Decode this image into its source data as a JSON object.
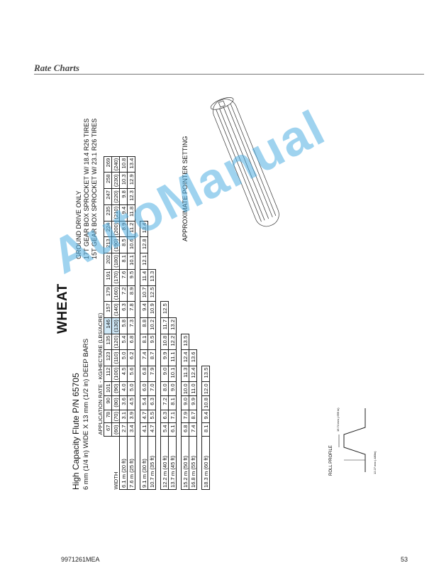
{
  "page": {
    "header": "Rate Charts",
    "footer_left": "9971261MEA",
    "footer_right": "53"
  },
  "chart": {
    "crop": "WHEAT",
    "part_title": "High Capacity Flute P/N 65705",
    "bar_spec": "6 mm (1/4 in) WIDE X 13 mm (1/2 in) DEEP BARS",
    "ground_drive": [
      "GROUND DRIVE ONLY",
      "17T GEAR BOX SPROCKET W/ 18.4 R26 TIRES",
      "15T GEAR BOX SPROCKET W/ 23.1 R26 TIRES"
    ],
    "app_rate_label": "APPLICATION RATE - KG/HECTARE (LBS/ACRE)",
    "width_label": "WIDTH",
    "pointer_label": "APPROXIMATE POINTER SETTING",
    "roll_profile": "ROLL PROFILE",
    "dim_top": "16.74 mm (.659 in)",
    "dim_side": "12.27 mm (.483in)",
    "kg": [
      "67",
      "78",
      "90",
      "101",
      "112",
      "123",
      "135",
      "146",
      "157",
      "179",
      "191",
      "202",
      "213",
      "224",
      "235",
      "247",
      "258",
      "269"
    ],
    "lbs": [
      "(60)",
      "(70)",
      "(80)",
      "(90)",
      "(100)",
      "(110)",
      "(120)",
      "(130)",
      "(140)",
      "(160)",
      "(170)",
      "(180)",
      "(190)",
      "(200)",
      "(210)",
      "(220)",
      "(230)",
      "(240)"
    ],
    "rows": [
      {
        "label": "6.1 m (20 ft)",
        "v": [
          "2.7",
          "3.1",
          "3.6",
          "4.0",
          "4.5",
          "5.0",
          "5.4",
          "5.8",
          "6.3",
          "7.2",
          "7.6",
          "8.1",
          "8.5",
          "8.9",
          "9.4",
          "9.8",
          "10.3",
          "10.8"
        ]
      },
      {
        "label": "7.6 m (25 ft)",
        "v": [
          "3.4",
          "3.9",
          "4.5",
          "5.0",
          "5.6",
          "6.2",
          "6.8",
          "7.3",
          "7.8",
          "8.9",
          "9.5",
          "10.1",
          "10.6",
          "11.2",
          "11.8",
          "12.3",
          "12.9",
          "13.4"
        ]
      },
      {
        "gap": true
      },
      {
        "label": "9.1 m (30 ft)",
        "v": [
          "4.1",
          "4.7",
          "5.4",
          "6.0",
          "6.8",
          "7.4",
          "8.1",
          "8.8",
          "9.4",
          "10.7",
          "11.4",
          "12.1",
          "12.8",
          "13.4",
          "",
          "",
          "",
          ""
        ]
      },
      {
        "label": "10.7 m (35 ft)",
        "v": [
          "4.7",
          "5.5",
          "6.3",
          "7.0",
          "7.9",
          "8.7",
          "9.5",
          "10.2",
          "10.9",
          "12.5",
          "13.3",
          "",
          "",
          "",
          "",
          "",
          "",
          ""
        ]
      },
      {
        "gap": true
      },
      {
        "label": "12.2 m (40 ft)",
        "v": [
          "5.4",
          "6.3",
          "7.2",
          "8.0",
          "9.0",
          "9.9",
          "10.8",
          "11.7",
          "12.5",
          "",
          "",
          "",
          "",
          "",
          "",
          "",
          "",
          ""
        ]
      },
      {
        "label": "13.7 m (45 ft)",
        "v": [
          "6.1",
          "7.1",
          "8.1",
          "9.0",
          "10.1",
          "11.1",
          "12.2",
          "13.2",
          "",
          "",
          "",
          "",
          "",
          "",
          "",
          "",
          "",
          ""
        ]
      },
      {
        "gap": true
      },
      {
        "label": "15.2 m (50 ft)",
        "v": [
          "6.8",
          "7.9",
          "9.0",
          "10.0",
          "11.3",
          "12.4",
          "13.5",
          "",
          "",
          "",
          "",
          "",
          "",
          "",
          "",
          "",
          "",
          ""
        ]
      },
      {
        "label": "16.8 m (55 ft)",
        "v": [
          "7.4",
          "8.7",
          "9.9",
          "11.0",
          "12.4",
          "13.6",
          "",
          "",
          "",
          "",
          "",
          "",
          "",
          "",
          "",
          "",
          "",
          ""
        ]
      },
      {
        "gap": true
      },
      {
        "label": "18.3 m (60 ft)",
        "v": [
          "8.1",
          "9.4",
          "10.8",
          "12.0",
          "13.5",
          "",
          "",
          "",
          "",
          "",
          "",
          "",
          "",
          "",
          "",
          "",
          "",
          ""
        ]
      }
    ]
  },
  "watermark": "AutoManual",
  "colors": {
    "watermark": "#50afe1",
    "highlight": "#cfe8f7"
  }
}
